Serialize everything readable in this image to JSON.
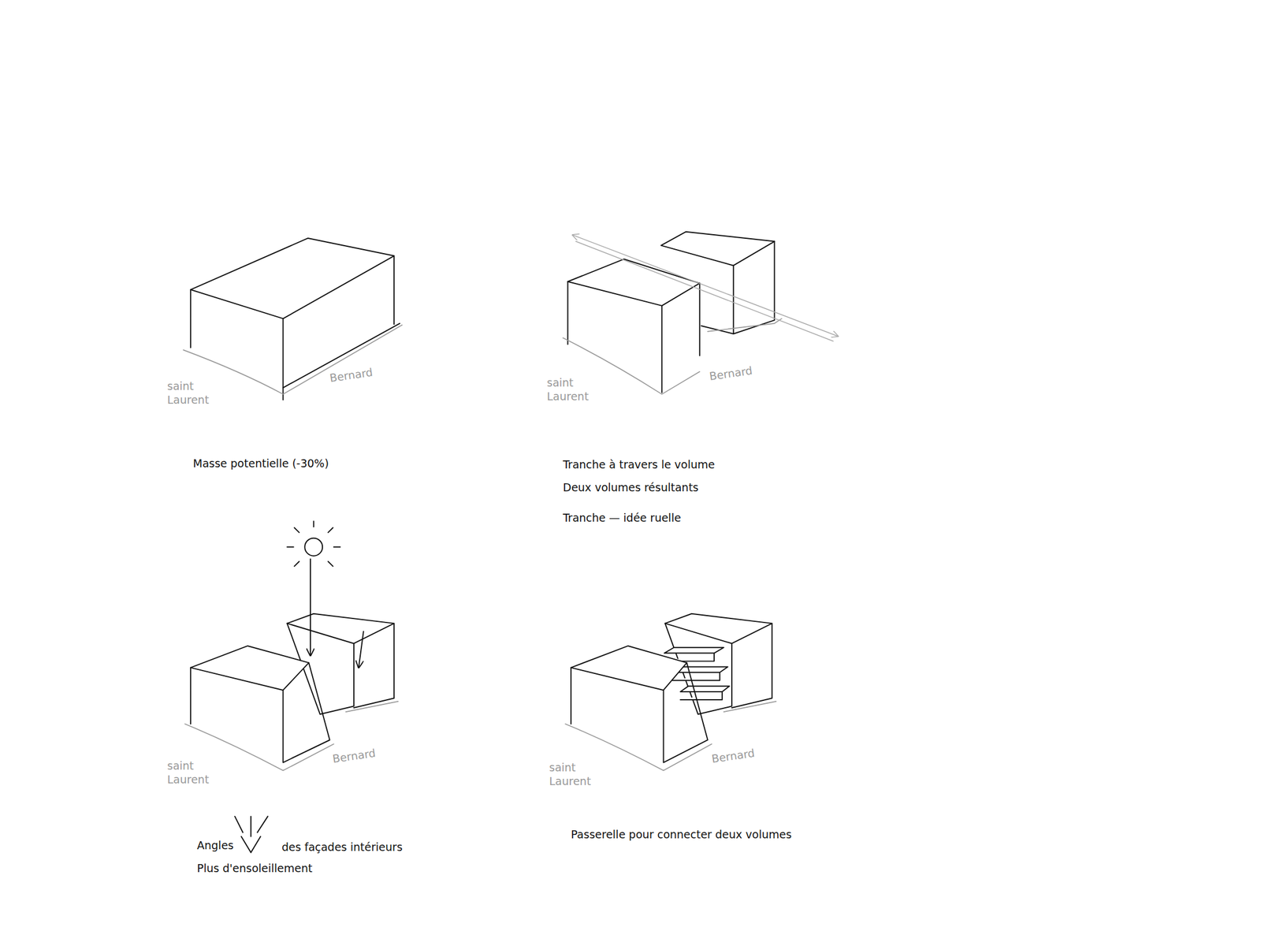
{
  "diagram": {
    "labels": [
      "saint Laurent",
      "Bernard",
      "Masse potentielle (-30%)",
      "saint Laurent",
      "Bernard",
      "Tranche à travers le volume",
      "Deux volumes résultants",
      "Tranche — idée ruelle",
      "saint Laurent",
      "Bernard",
      "Angles",
      "des façades intérieurs",
      "Plus d'ensoleillement",
      "saint Laurent",
      "Bernard",
      "Passerelle pour connecter deux volumes"
    ]
  }
}
